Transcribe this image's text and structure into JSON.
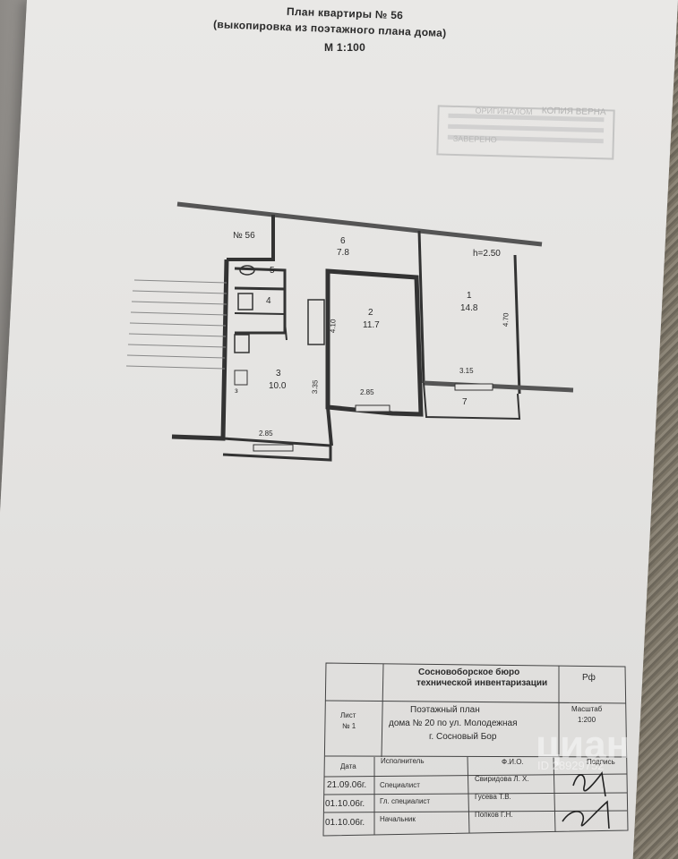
{
  "header": {
    "title": "План квартиры № 56",
    "subtitle": "(выкопировка из поэтажного плана дома)",
    "scale": "М 1:100"
  },
  "stamp": {
    "lines": [
      "КОПИЯ ВЕРНА",
      "ОРИГИНАЛОМ",
      "ЗАВЕРЕНО"
    ]
  },
  "plan": {
    "apartment_label": "№ 56",
    "ceiling_height": "h=2.50",
    "rooms": [
      {
        "num": "6",
        "area": "7.8"
      },
      {
        "num": "5",
        "area": ""
      },
      {
        "num": "4",
        "area": ""
      },
      {
        "num": "2",
        "area": "11.7"
      },
      {
        "num": "1",
        "area": "14.8"
      },
      {
        "num": "3",
        "area": "10.0"
      },
      {
        "num": "7",
        "area": ""
      }
    ],
    "dims": [
      "4.10",
      "4.70",
      "3.15",
      "3.35",
      "2.85",
      "2.85",
      "з"
    ]
  },
  "title_block": {
    "org": "Сосновоборское бюро",
    "org2": "технической инвентаризации",
    "rf": "Рф",
    "sheet_label": "Лист",
    "sheet_num": "№ 1",
    "doc1": "Поэтажный план",
    "doc2": "дома № 20 по ул. Молодежная",
    "doc3": "г. Сосновый Бор",
    "scale_label": "Масштаб",
    "scale_value": "1:200",
    "col_date": "Дата",
    "col_exec": "Исполнитель",
    "col_fio": "Ф.И.О.",
    "col_sign": "Подпись",
    "rows": [
      {
        "date": "21.09.06г.",
        "role": "Специалист",
        "name": "Свиридова Л. Х."
      },
      {
        "date": "01.10.06г.",
        "role": "Гл. специалист",
        "name": "Гусева Т.В."
      },
      {
        "date": "01.10.06г.",
        "role": "Начальник",
        "name": "Попков Г.Н."
      }
    ]
  },
  "watermark": {
    "brand": "циан",
    "id": "ID 28929752"
  }
}
